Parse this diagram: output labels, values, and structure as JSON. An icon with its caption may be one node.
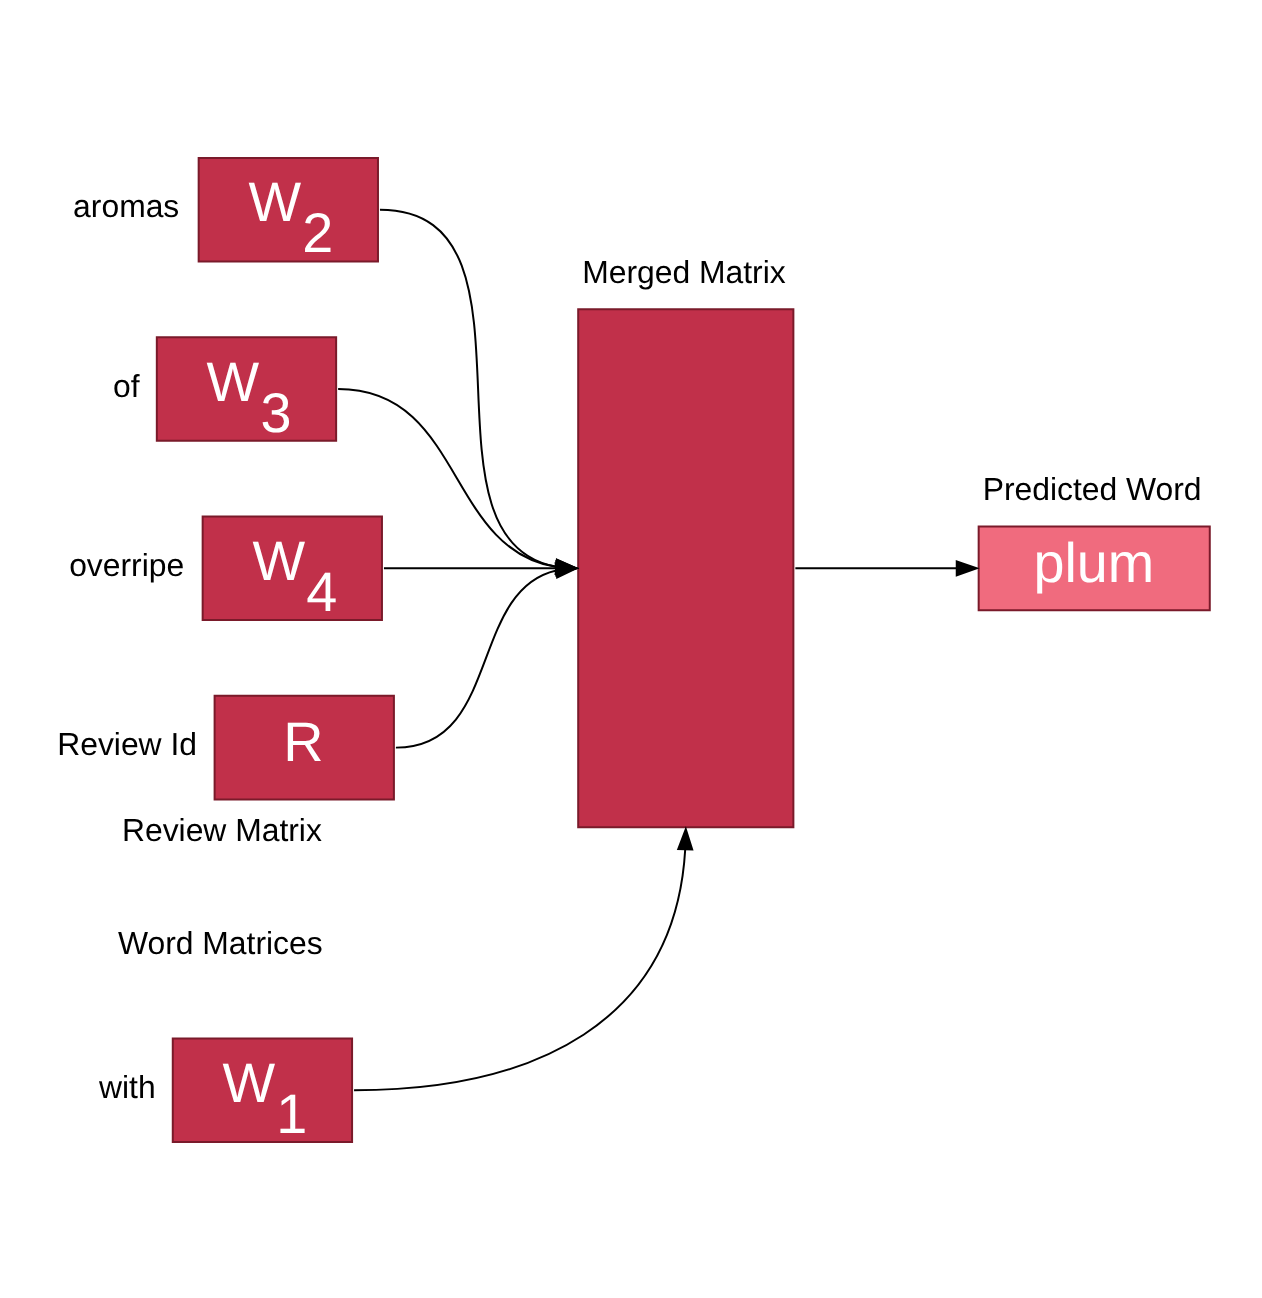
{
  "diagram": {
    "nodes": [
      {
        "text": [
          "W$_{1}$"
        ],
        "beside": [
          "with"
        ]
      },
      {
        "text": [
          "W$_{2}$"
        ],
        "beside": [
          "aromas"
        ]
      },
      {
        "text": [
          "W$_{3}$"
        ],
        "beside": [
          "of"
        ]
      },
      {
        "text": [
          "W$_{4}$"
        ],
        "beside": [
          "overripe"
        ]
      },
      {
        "text": [
          "R"
        ],
        "beside": [
          "Review Id",
          "Review Matrix"
        ]
      },
      {
        "text": [
          "Merged Matrix"
        ]
      },
      {
        "text": [
          "Predicted Word",
          "plum"
        ]
      }
    ],
    "edges": [
      {
        "from": 0,
        "to": 5,
        "arrow": "to"
      },
      {
        "from": 1,
        "to": 5,
        "arrow": "to"
      },
      {
        "from": 2,
        "to": 5,
        "arrow": "to"
      },
      {
        "from": 3,
        "to": 5,
        "arrow": "to"
      },
      {
        "from": 4,
        "to": 5,
        "arrow": "to"
      },
      {
        "from": 5,
        "to": 6,
        "arrow": "to"
      }
    ],
    "labels": [
      "Word Matrices"
    ]
  }
}
